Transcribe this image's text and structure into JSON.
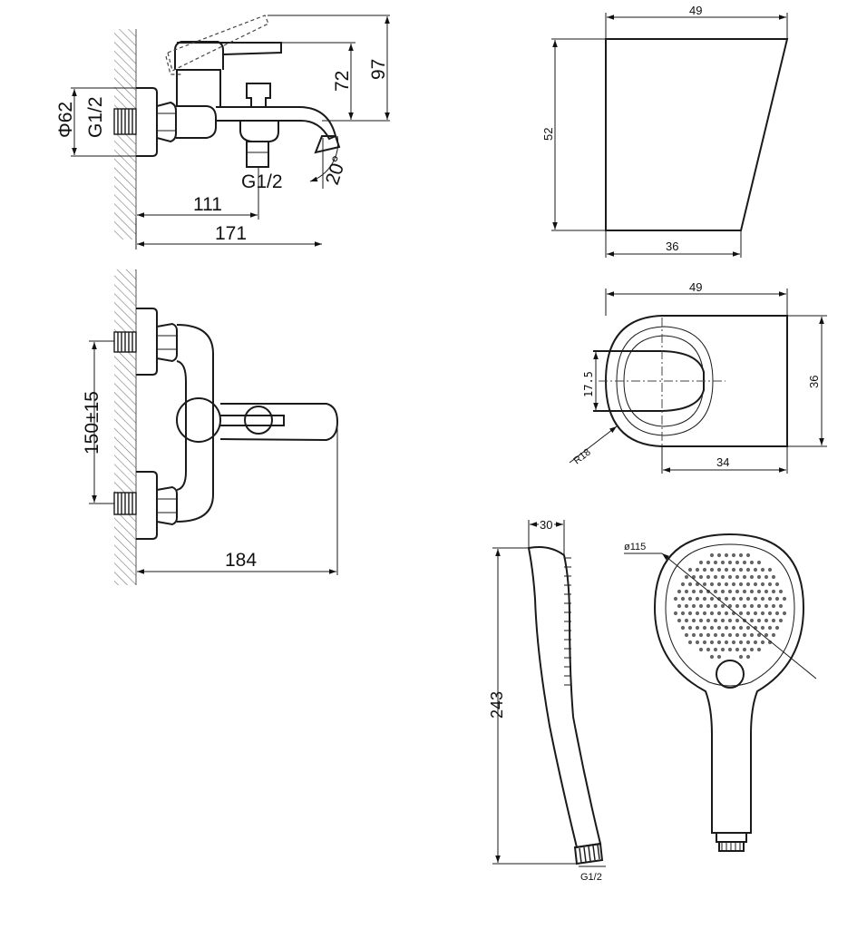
{
  "side_view": {
    "dia_body": "Φ62",
    "thread_wall": "G1/2",
    "height_spout": "72",
    "height_total": "97",
    "angle_spout": "20°",
    "thread_outlet": "G1/2",
    "len_outlet": "111",
    "len_spout": "171"
  },
  "front_view": {
    "centre_distance": "150±15",
    "projection": "184"
  },
  "holder_side": {
    "top_width": "49",
    "height": "52",
    "bottom_width": "36"
  },
  "holder_top": {
    "width": "49",
    "depth": "36",
    "slot": "17.5",
    "radius": "R18",
    "base": "34"
  },
  "hand_shower": {
    "thickness": "30",
    "length": "243",
    "thread": "G1/2",
    "diameter": "ø115"
  }
}
